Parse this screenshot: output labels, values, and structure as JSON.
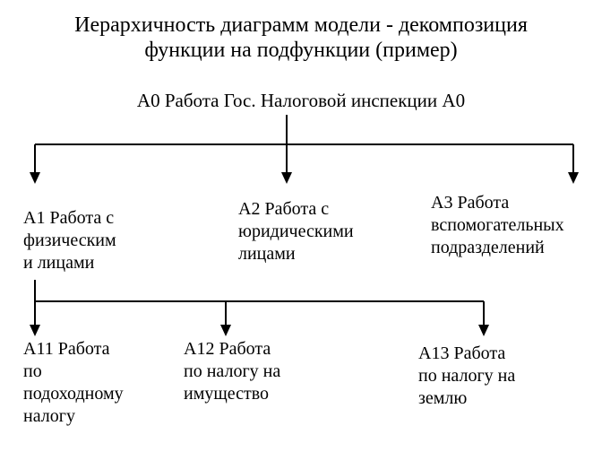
{
  "title": {
    "line1": "Иерархичность диаграмм модели - декомпозиция",
    "line2": "функции на подфункции (пример)"
  },
  "root": {
    "text": "А0  Работа Гос. Налоговой инспекции А0"
  },
  "level1": [
    {
      "lines": [
        "А1  Работа с",
        "физическим",
        "и лицами"
      ]
    },
    {
      "lines": [
        "А2  Работа с",
        "юридическими",
        "лицами"
      ]
    },
    {
      "lines": [
        "А3  Работа",
        "вспомогательных",
        "подразделений"
      ]
    }
  ],
  "level2": [
    {
      "lines": [
        "А11  Работа",
        "по",
        "подоходному",
        "налогу"
      ]
    },
    {
      "lines": [
        "А12  Работа",
        "по  налогу на",
        "имущество"
      ]
    },
    {
      "lines": [
        "А13  Работа",
        "по  налогу на",
        "землю"
      ]
    }
  ]
}
